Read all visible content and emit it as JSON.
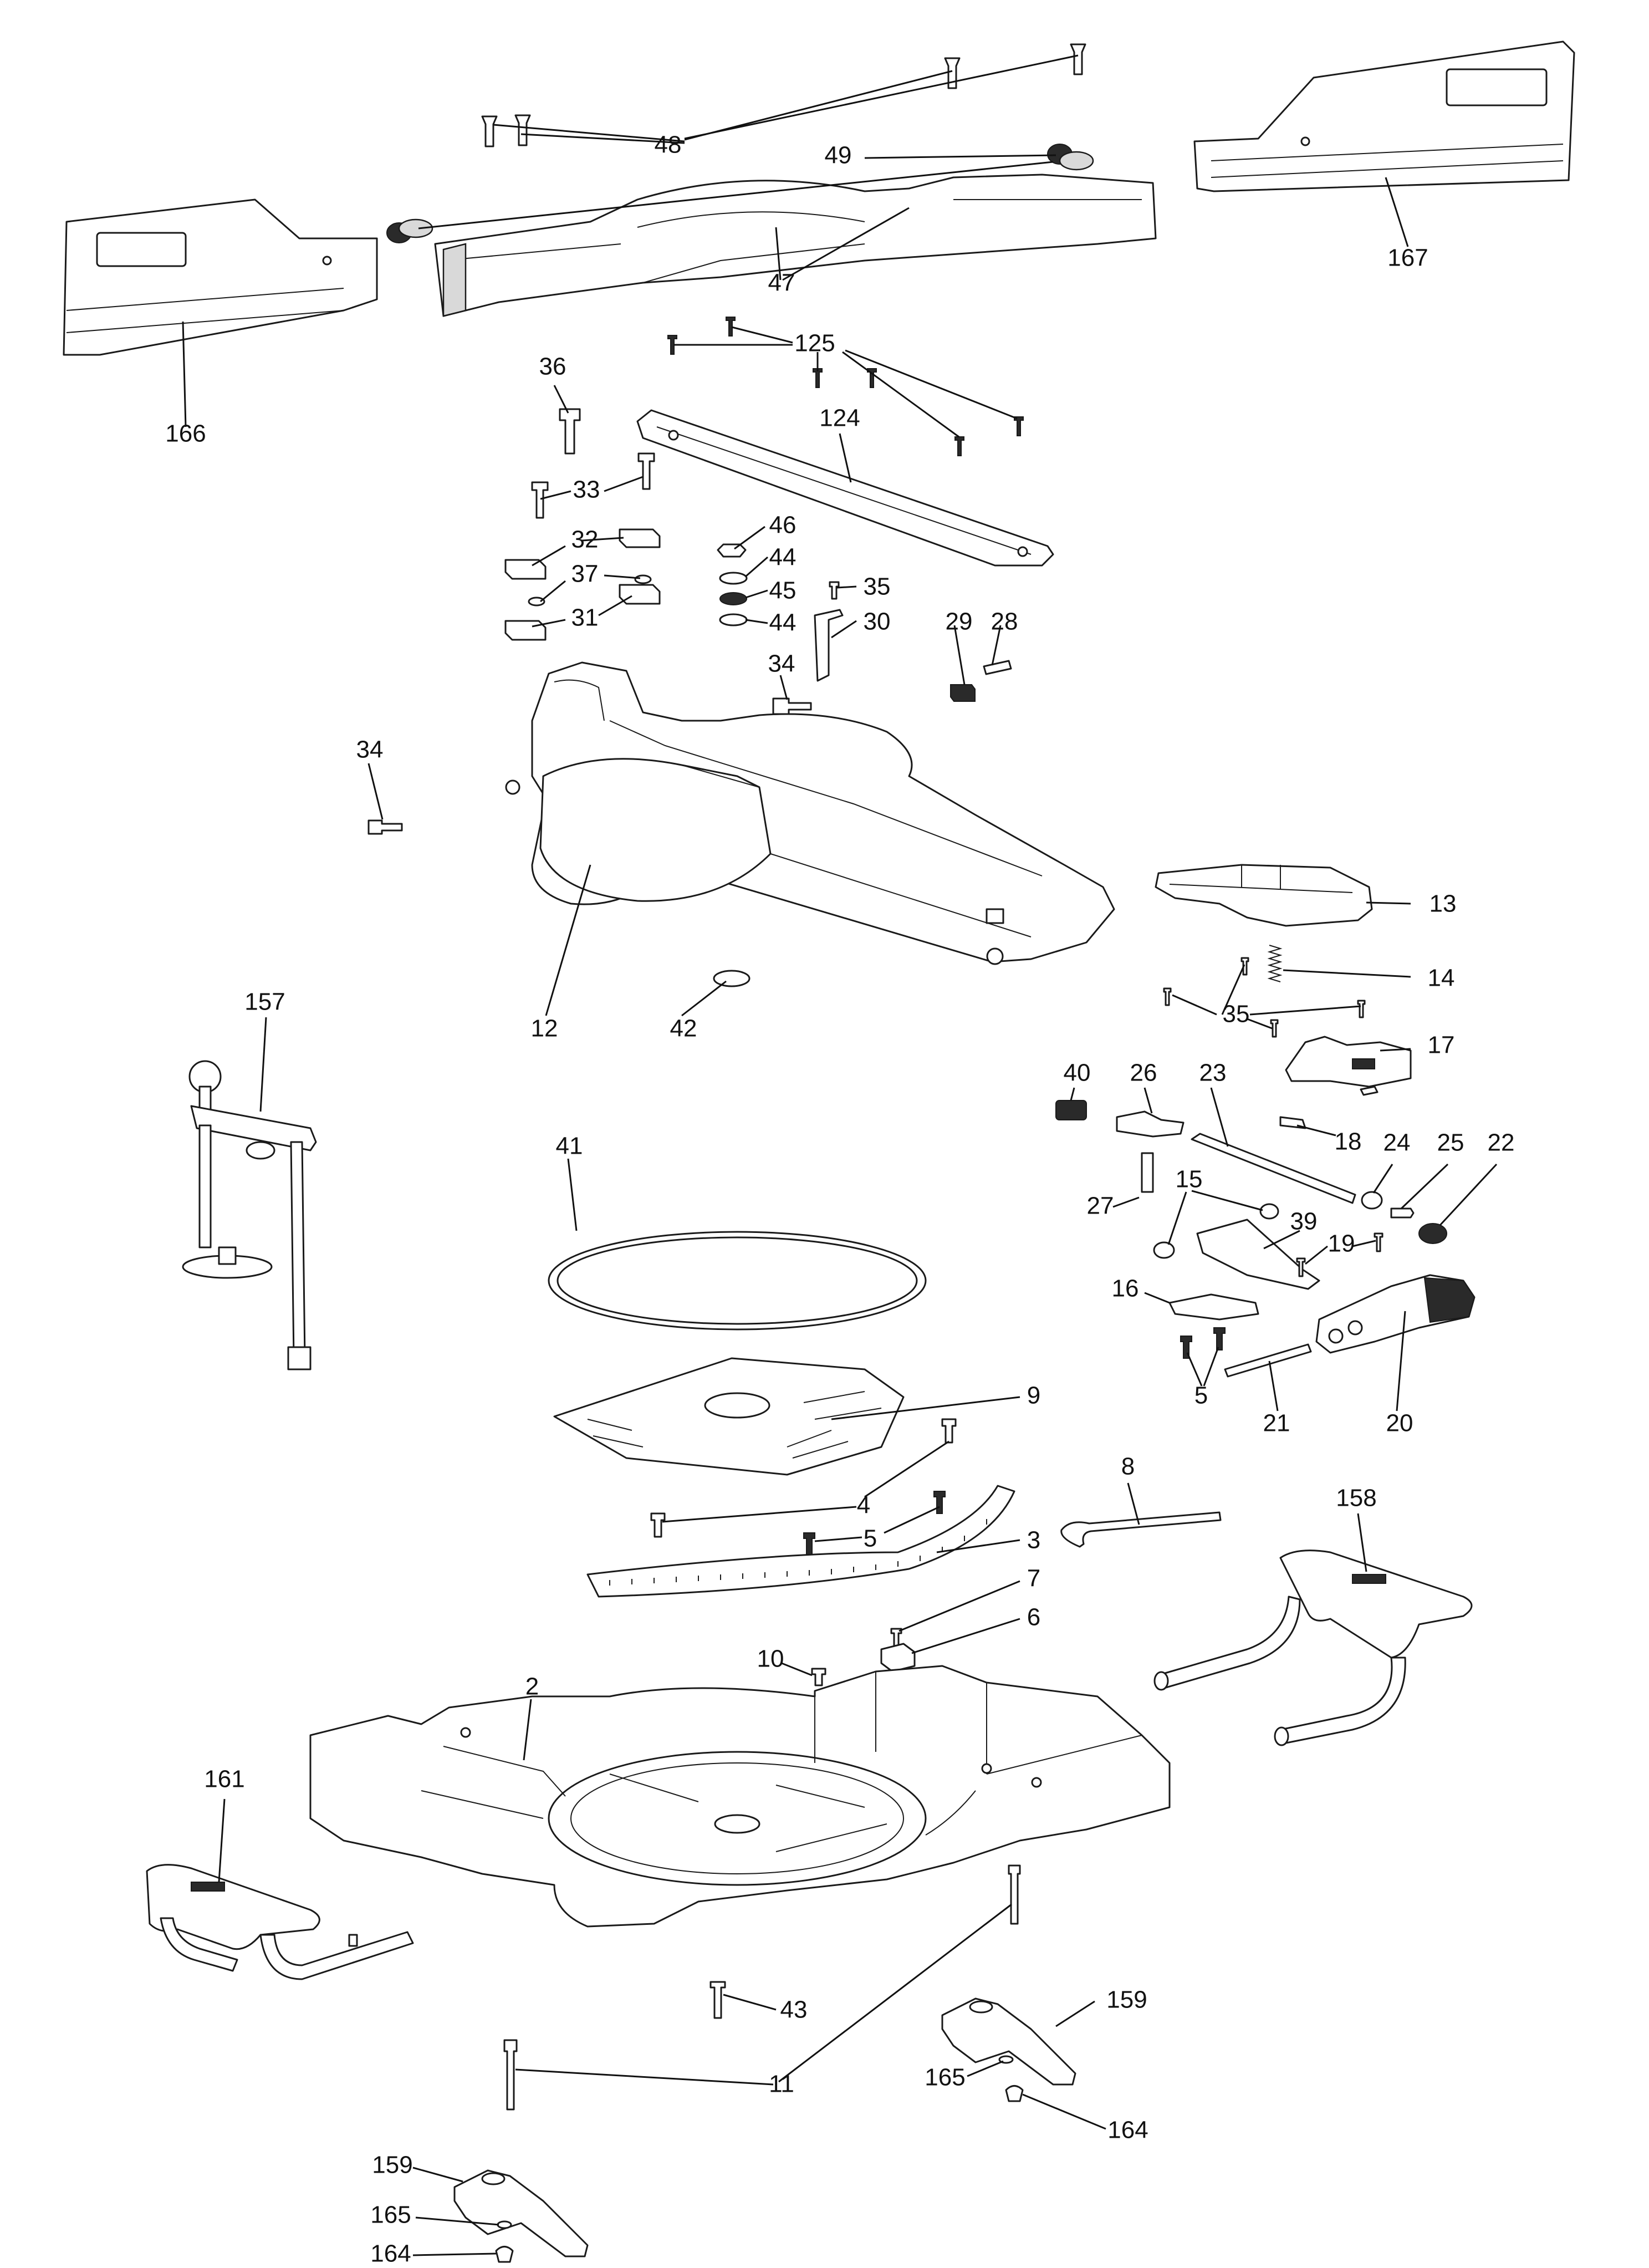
{
  "callouts": [
    {
      "id": "c48",
      "label": "48"
    },
    {
      "id": "c49",
      "label": "49"
    },
    {
      "id": "c47",
      "label": "47"
    },
    {
      "id": "c166",
      "label": "166"
    },
    {
      "id": "c167",
      "label": "167"
    },
    {
      "id": "c125",
      "label": "125"
    },
    {
      "id": "c124",
      "label": "124"
    },
    {
      "id": "c36",
      "label": "36"
    },
    {
      "id": "c33",
      "label": "33"
    },
    {
      "id": "c32",
      "label": "32"
    },
    {
      "id": "c37",
      "label": "37"
    },
    {
      "id": "c31",
      "label": "31"
    },
    {
      "id": "c46",
      "label": "46"
    },
    {
      "id": "c44a",
      "label": "44"
    },
    {
      "id": "c45",
      "label": "45"
    },
    {
      "id": "c44b",
      "label": "44"
    },
    {
      "id": "c35a",
      "label": "35"
    },
    {
      "id": "c30",
      "label": "30"
    },
    {
      "id": "c29",
      "label": "29"
    },
    {
      "id": "c28",
      "label": "28"
    },
    {
      "id": "c34a",
      "label": "34"
    },
    {
      "id": "c34b",
      "label": "34"
    },
    {
      "id": "c12",
      "label": "12"
    },
    {
      "id": "c42",
      "label": "42"
    },
    {
      "id": "c13",
      "label": "13"
    },
    {
      "id": "c14",
      "label": "14"
    },
    {
      "id": "c35b",
      "label": "35"
    },
    {
      "id": "c17",
      "label": "17"
    },
    {
      "id": "c157",
      "label": "157"
    },
    {
      "id": "c40",
      "label": "40"
    },
    {
      "id": "c26",
      "label": "26"
    },
    {
      "id": "c23",
      "label": "23"
    },
    {
      "id": "c18",
      "label": "18"
    },
    {
      "id": "c24",
      "label": "24"
    },
    {
      "id": "c25",
      "label": "25"
    },
    {
      "id": "c22",
      "label": "22"
    },
    {
      "id": "c41",
      "label": "41"
    },
    {
      "id": "c27",
      "label": "27"
    },
    {
      "id": "c15",
      "label": "15"
    },
    {
      "id": "c39",
      "label": "39"
    },
    {
      "id": "c19",
      "label": "19"
    },
    {
      "id": "c16",
      "label": "16"
    },
    {
      "id": "c5a",
      "label": "5"
    },
    {
      "id": "c21",
      "label": "21"
    },
    {
      "id": "c20",
      "label": "20"
    },
    {
      "id": "c9",
      "label": "9"
    },
    {
      "id": "c8",
      "label": "8"
    },
    {
      "id": "c158",
      "label": "158"
    },
    {
      "id": "c4",
      "label": "4"
    },
    {
      "id": "c5b",
      "label": "5"
    },
    {
      "id": "c3",
      "label": "3"
    },
    {
      "id": "c7",
      "label": "7"
    },
    {
      "id": "c6",
      "label": "6"
    },
    {
      "id": "c10",
      "label": "10"
    },
    {
      "id": "c2",
      "label": "2"
    },
    {
      "id": "c161",
      "label": "161"
    },
    {
      "id": "c43",
      "label": "43"
    },
    {
      "id": "c159a",
      "label": "159"
    },
    {
      "id": "c11",
      "label": "11"
    },
    {
      "id": "c165a",
      "label": "165"
    },
    {
      "id": "c164a",
      "label": "164"
    },
    {
      "id": "c159b",
      "label": "159"
    },
    {
      "id": "c165b",
      "label": "165"
    },
    {
      "id": "c164b",
      "label": "164"
    }
  ]
}
